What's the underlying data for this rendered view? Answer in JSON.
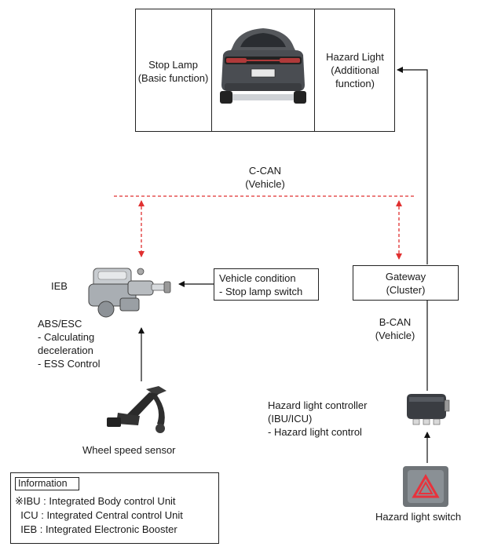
{
  "top_panel": {
    "stop_lamp": "Stop Lamp\n(Basic function)",
    "hazard_light": "Hazard Light\n(Additional\nfunction)"
  },
  "bus": {
    "c_can": "C-CAN\n(Vehicle)",
    "b_can": "B-CAN\n(Vehicle)",
    "color": "#e03030"
  },
  "ieb": {
    "label": "IEB",
    "functions": "ABS/ESC\n- Calculating\n  deceleration\n- ESS Control"
  },
  "vehicle_condition": "Vehicle condition\n- Stop lamp switch",
  "gateway": "Gateway\n(Cluster)",
  "hazard_controller": "Hazard light controller\n(IBU/ICU)\n - Hazard light control",
  "wheel_speed_sensor": "Wheel speed sensor",
  "hazard_switch": "Hazard light switch",
  "information": {
    "title": "Information",
    "lines": [
      "※IBU : Integrated Body control Unit",
      "  ICU : Integrated Central control Unit",
      "  IEB : Integrated Electronic Booster"
    ]
  }
}
